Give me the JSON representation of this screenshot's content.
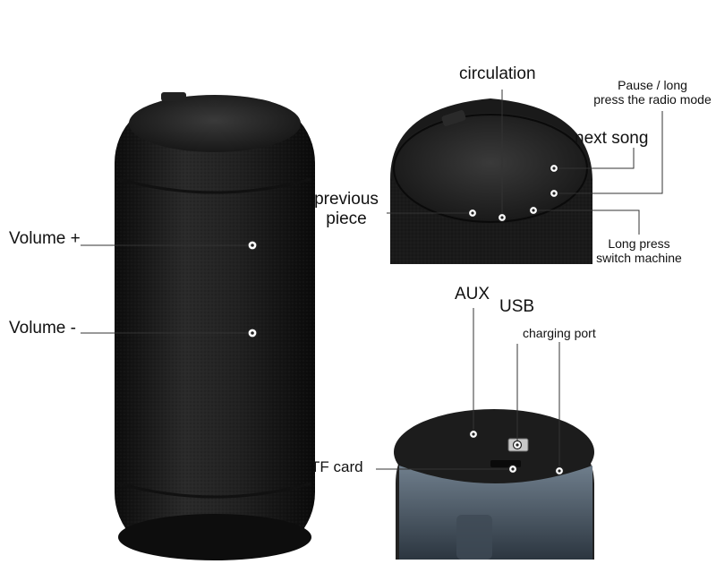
{
  "labels": {
    "volume_plus": "Volume +",
    "volume_minus": "Volume -",
    "circulation": "circulation",
    "pause_line1": "Pause / long",
    "pause_line2": "press the radio mode",
    "next_song": "next song",
    "previous_line1": "previous",
    "previous_line2": "piece",
    "long_press_line1": "Long press",
    "long_press_line2": "switch machine",
    "aux": "AUX",
    "usb": "USB",
    "charging_port": "charging port",
    "tf_card": "TF card"
  },
  "colors": {
    "speaker_body": "#1b1b1b",
    "speaker_edge": "#2e2e2e",
    "leader_line": "#333333",
    "text": "#111111"
  }
}
